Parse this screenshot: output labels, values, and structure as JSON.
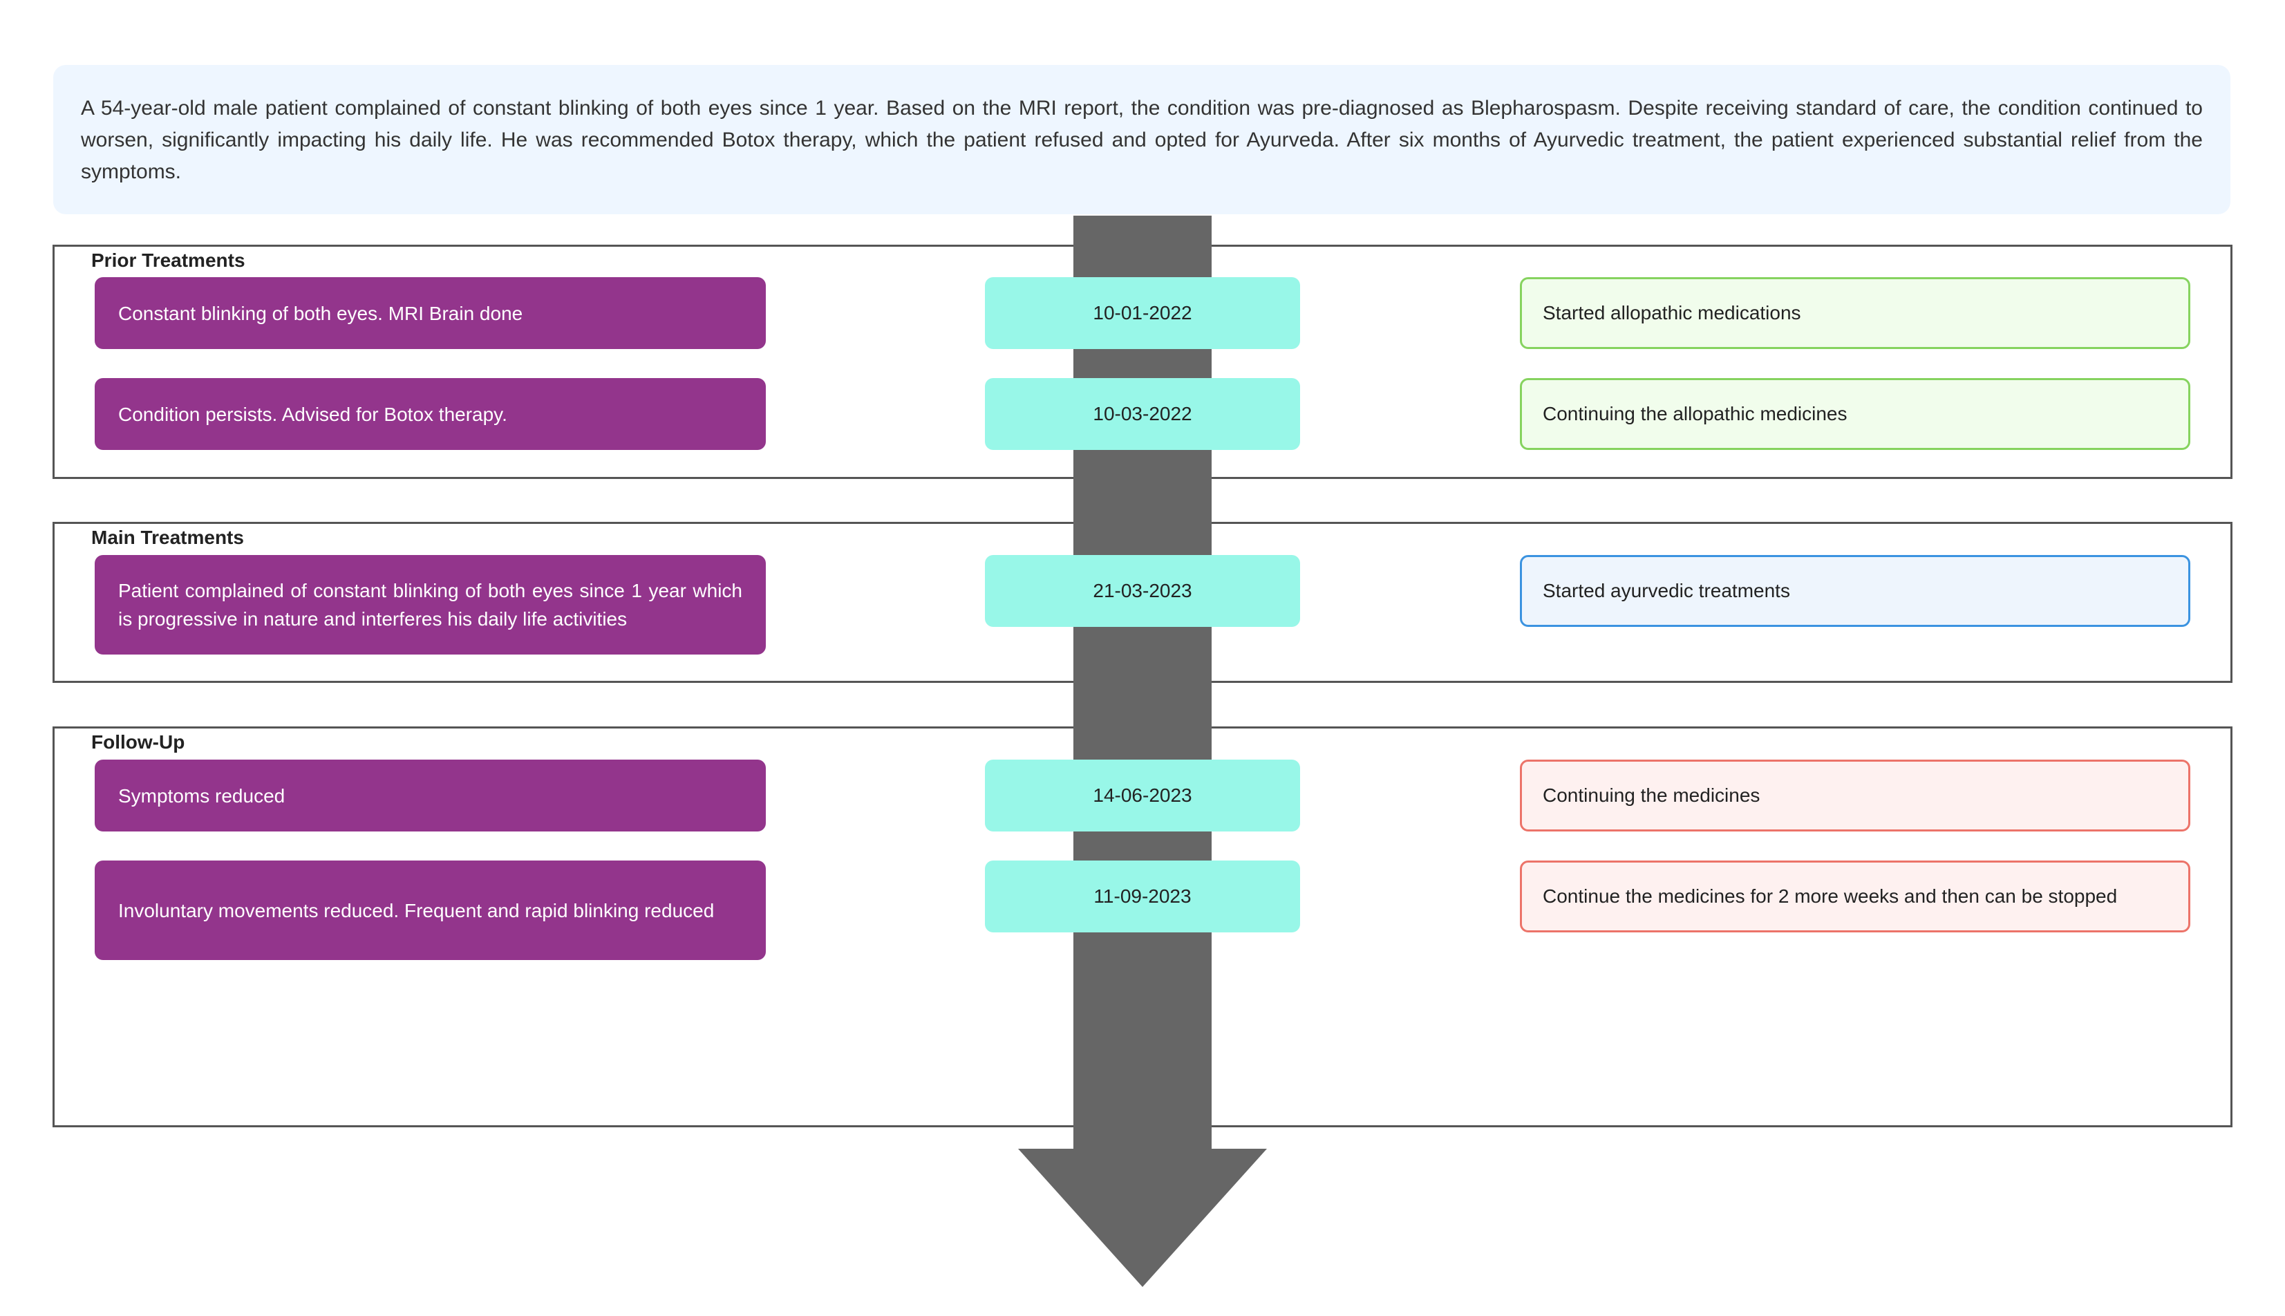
{
  "summary": "A 54-year-old male patient complained of constant blinking of both eyes since 1 year. Based on the MRI report, the condition was pre-diagnosed as Blepharospasm. Despite receiving standard of care, the condition continued to worsen, significantly impacting his daily life. He was recommended Botox therapy, which the patient refused and opted for Ayurveda. After six months of Ayurvedic treatment, the patient experienced substantial relief from the symptoms.",
  "colors": {
    "summary_bg": "#eef6ff",
    "event_bg": "#93358c",
    "date_bg": "#98f7e8",
    "arrow": "#666666",
    "prior_action_border": "#86d35f",
    "main_action_border": "#3b93e0",
    "followup_action_border": "#ec7369"
  },
  "sections": {
    "prior": {
      "title": "Prior Treatments",
      "entries": [
        {
          "event": "Constant blinking of both eyes. MRI Brain done",
          "date": "10-01-2022",
          "action": "Started allopathic medications"
        },
        {
          "event": "Condition persists. Advised for Botox therapy.",
          "date": "10-03-2022",
          "action": "Continuing the allopathic medicines"
        }
      ]
    },
    "main": {
      "title": "Main Treatments",
      "entries": [
        {
          "event": "Patient complained of constant blinking of both eyes since 1 year which is progressive in nature and interferes his daily life activities",
          "date": "21-03-2023",
          "action": "Started ayurvedic treatments"
        }
      ]
    },
    "followup": {
      "title": "Follow-Up",
      "entries": [
        {
          "event": "Symptoms reduced",
          "date": "14-06-2023",
          "action": "Continuing the medicines"
        },
        {
          "event": "Involuntary movements reduced. Frequent and rapid blinking reduced",
          "date": "11-09-2023",
          "action": "Continue the medicines for 2 more weeks and then can be stopped"
        }
      ]
    }
  }
}
